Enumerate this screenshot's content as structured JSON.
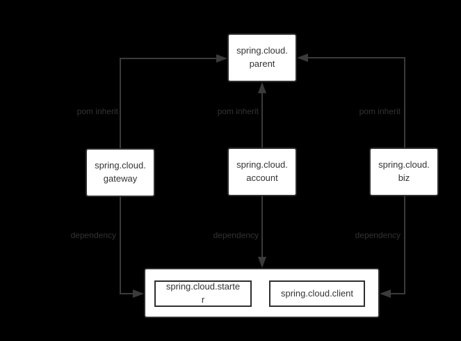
{
  "diagram": {
    "nodes": {
      "parent": {
        "label": "spring.cloud.\nparent"
      },
      "gateway": {
        "label": "spring.cloud.\ngateway"
      },
      "account": {
        "label": "spring.cloud.\naccount"
      },
      "biz": {
        "label": "spring.cloud.\nbiz"
      },
      "starter": {
        "label": "spring.cloud.starte\nr"
      },
      "client": {
        "label": "spring.cloud.client"
      }
    },
    "edges": {
      "gateway_parent": {
        "label": "pom inherit",
        "from": "spring.cloud.gateway",
        "to": "spring.cloud.parent"
      },
      "account_parent": {
        "label": "pom inherit",
        "from": "spring.cloud.account",
        "to": "spring.cloud.parent"
      },
      "biz_parent": {
        "label": "pom inherit",
        "from": "spring.cloud.biz",
        "to": "spring.cloud.parent"
      },
      "gateway_group": {
        "label": "dependency",
        "from": "spring.cloud.gateway",
        "to": "starter/client group"
      },
      "account_group": {
        "label": "dependency",
        "from": "spring.cloud.account",
        "to": "starter/client group"
      },
      "biz_group": {
        "label": "dependency",
        "from": "spring.cloud.biz",
        "to": "starter/client group"
      }
    },
    "colors": {
      "background": "#000000",
      "node_fill": "#ffffff",
      "node_border": "#2e2e2e",
      "node_text": "#333333",
      "edge_line": "#3b3b3b",
      "edge_label_text": "#333333"
    }
  }
}
